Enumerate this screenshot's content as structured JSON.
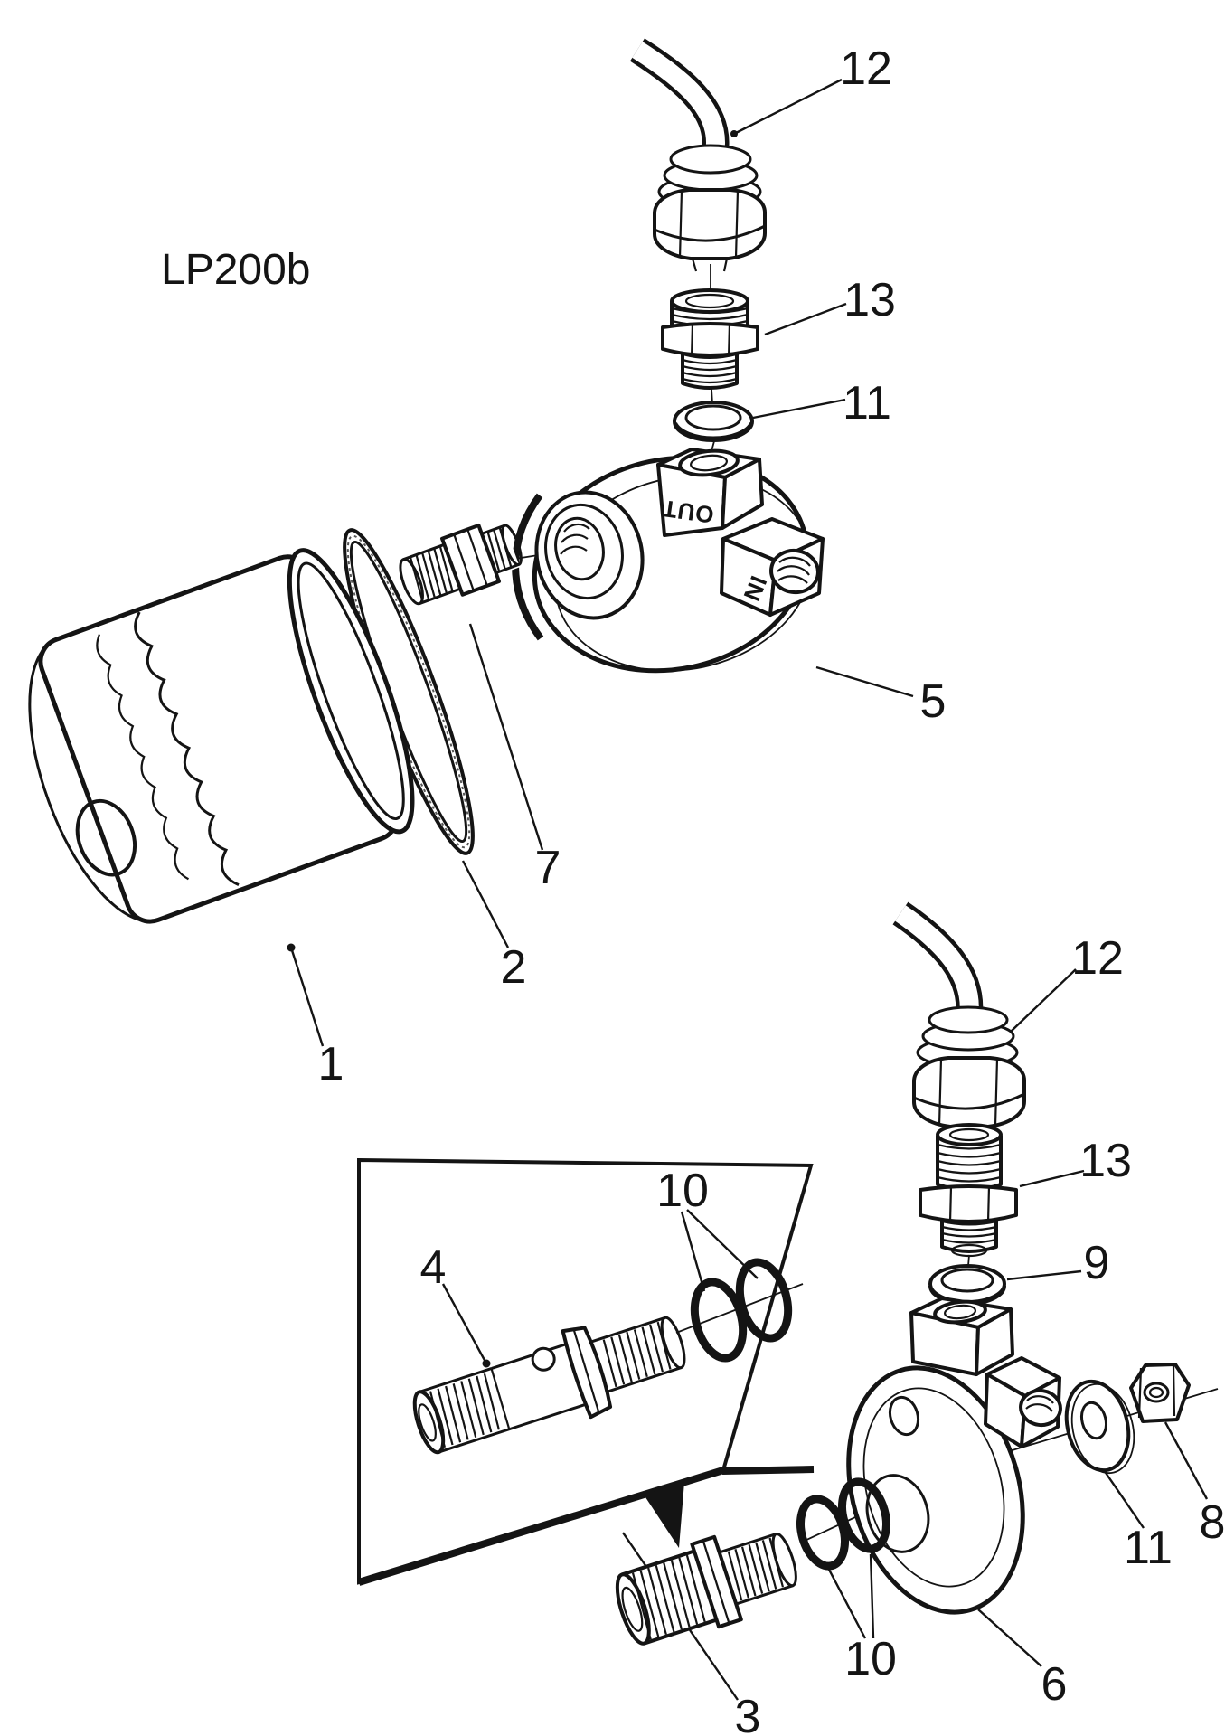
{
  "diagram": {
    "code": "LP200b",
    "stamps": {
      "out": "OUT",
      "in": "IN"
    },
    "callouts": {
      "filter": "1",
      "seal": "2",
      "plug": "3",
      "stud": "4",
      "head_adapter": "5",
      "takeoff_adapter": "6",
      "nipple": "7",
      "nut": "8",
      "washer_lower": "9",
      "orings_inset": "10",
      "orings_lower": "10",
      "washer_top": "11",
      "washer_side": "11",
      "hose_top": "12",
      "hose_lower": "12",
      "union_top": "13",
      "union_lower": "13"
    }
  }
}
